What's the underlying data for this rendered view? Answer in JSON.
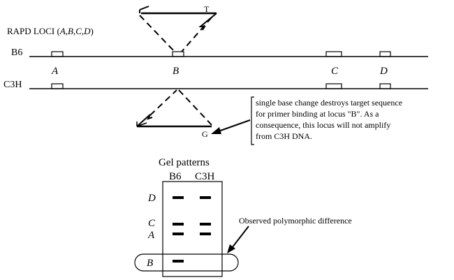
{
  "title": "RAPD LOCI (",
  "title_loci": "A,B,C,D",
  "title_close": ")",
  "strains": [
    "B6",
    "C3H"
  ],
  "loci": [
    "A",
    "B",
    "C",
    "D"
  ],
  "primer_base_top": "T",
  "primer_base_bottom": "G",
  "note_lines": [
    "single base change destroys target sequence",
    "for primer binding at locus \"B\".  As a",
    "consequence, this locus will not amplify",
    "from C3H DNA."
  ],
  "gel": {
    "title": "Gel patterns",
    "lanes": [
      "B6",
      "C3H"
    ],
    "band_labels": [
      "D",
      "C",
      "A",
      "B"
    ]
  },
  "callout": "Observed polymorphic difference"
}
